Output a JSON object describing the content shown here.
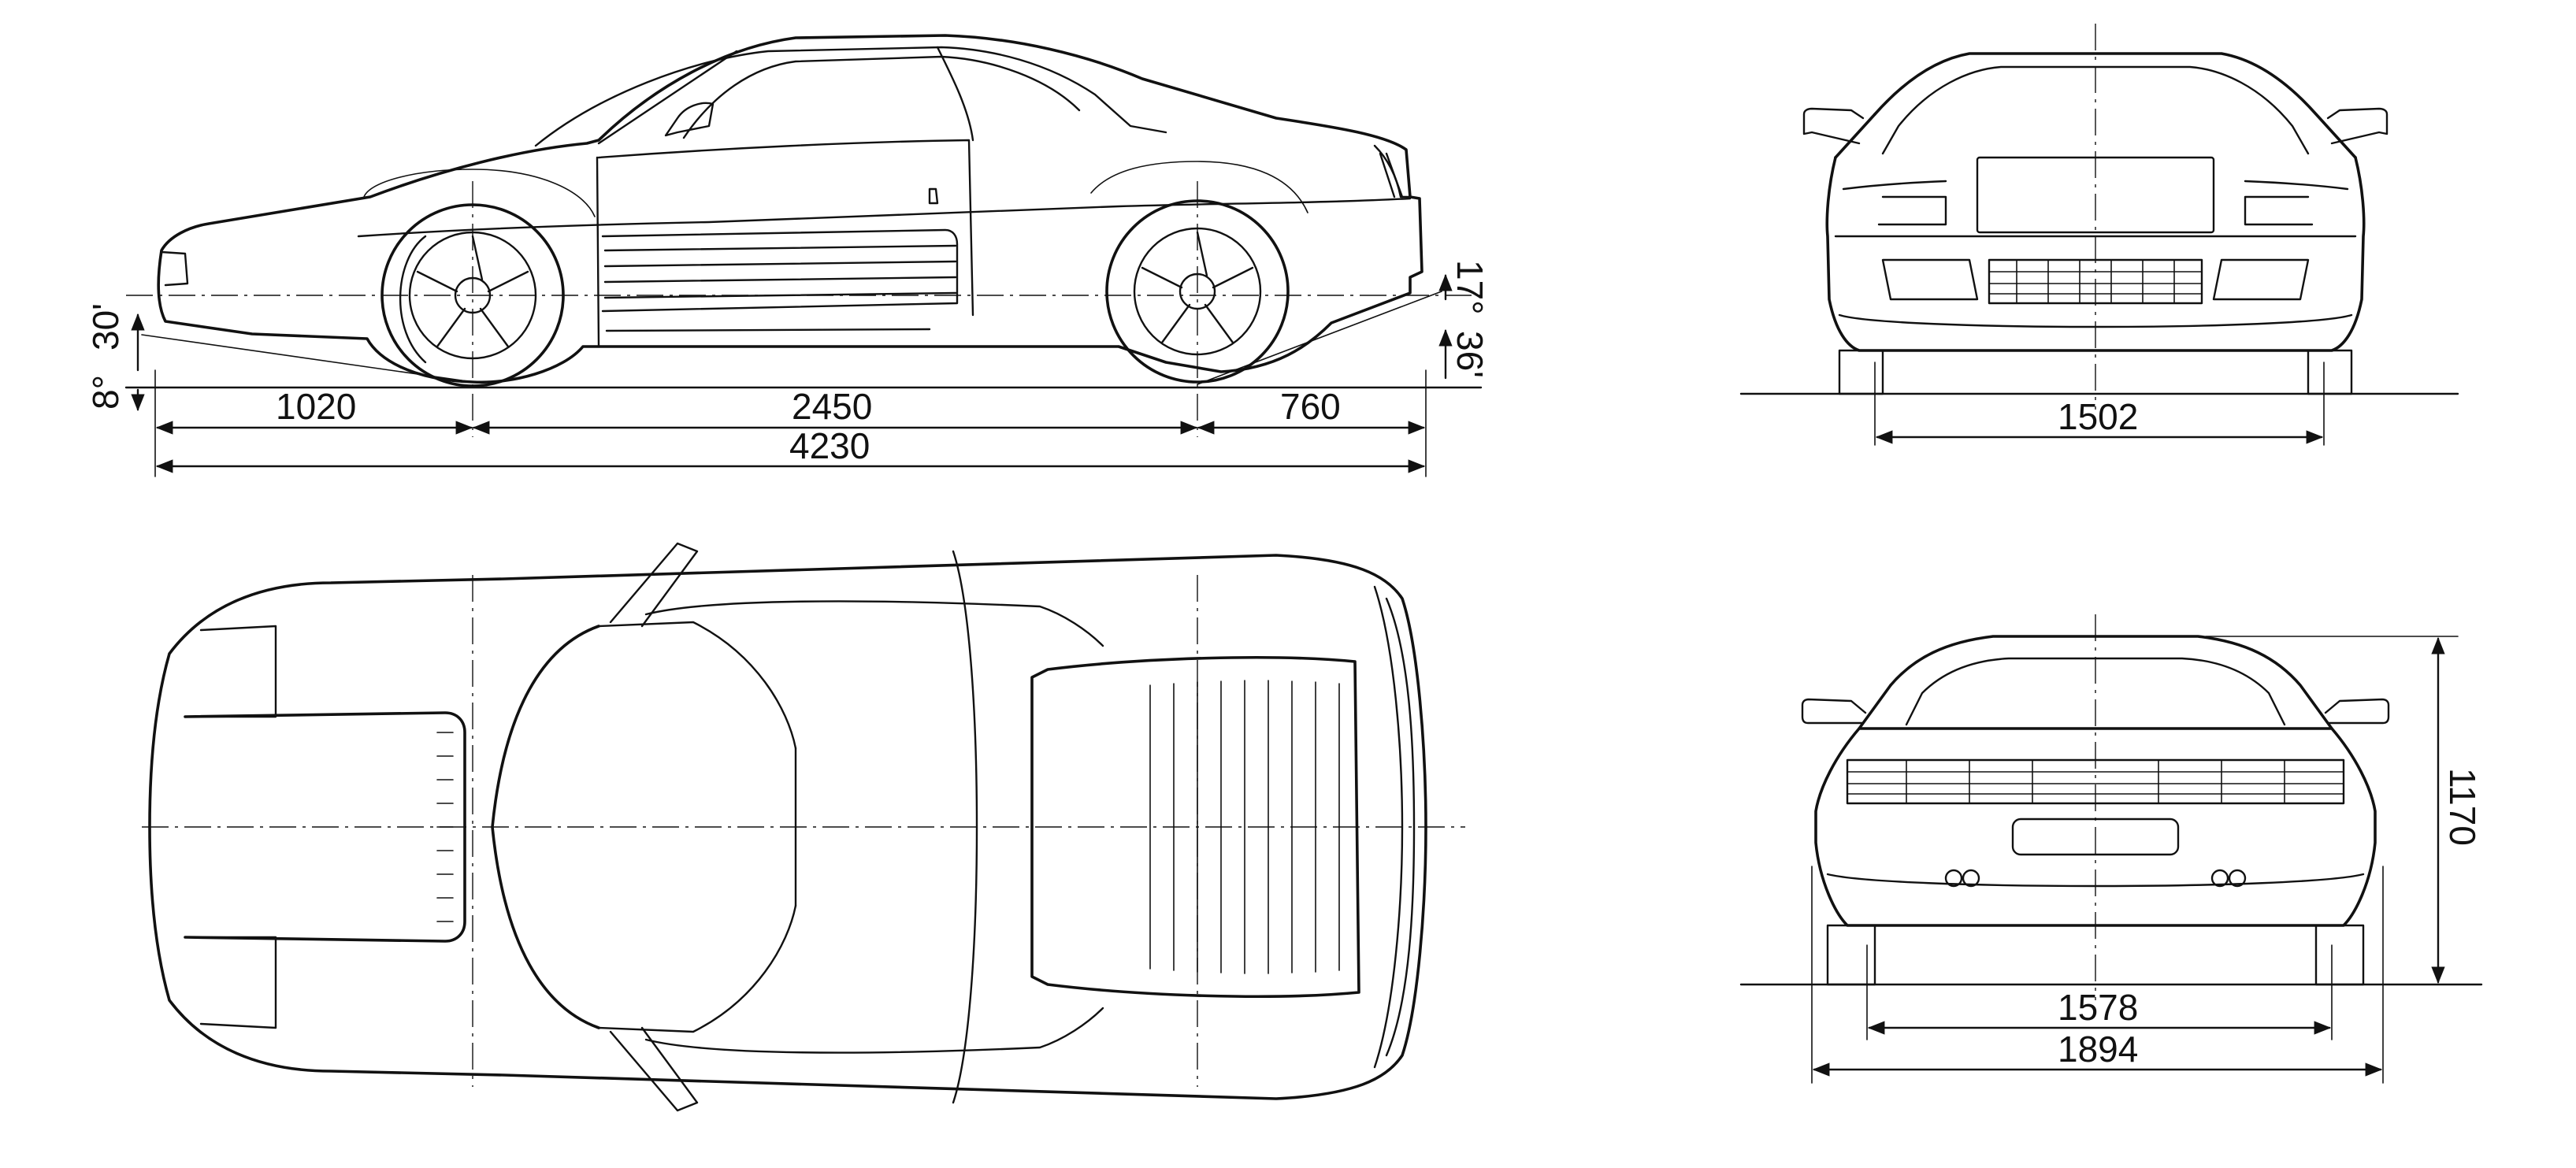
{
  "drawing": {
    "side_view": {
      "front_overhang": "1020",
      "wheelbase": "2450",
      "rear_overhang": "760",
      "overall_length": "4230",
      "approach_angle_deg": "8°",
      "approach_angle_min": "30'",
      "departure_angle_deg": "17°",
      "departure_angle_min": "36'"
    },
    "front_view": {
      "front_track": "1502"
    },
    "rear_view": {
      "rear_track": "1578",
      "overall_width": "1894",
      "overall_height": "1170"
    },
    "top_view": {}
  }
}
